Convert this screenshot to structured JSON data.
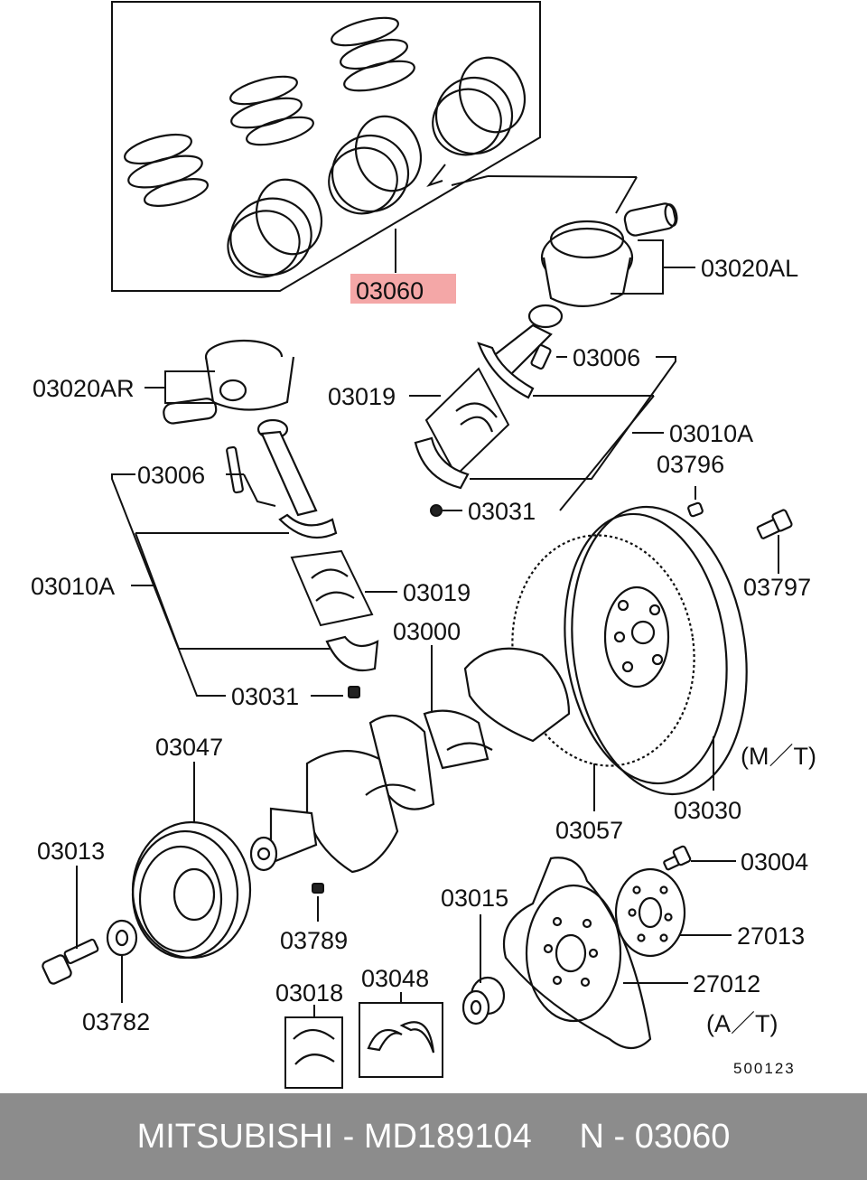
{
  "parts": [
    {
      "id": "p03060",
      "code": "03060",
      "highlighted": true
    },
    {
      "id": "p03020AL",
      "code": "03020AL"
    },
    {
      "id": "p03020AR",
      "code": "03020AR"
    },
    {
      "id": "p03006a",
      "code": "03006"
    },
    {
      "id": "p03019a",
      "code": "03019"
    },
    {
      "id": "p03010Aa",
      "code": "03010A"
    },
    {
      "id": "p03796",
      "code": "03796"
    },
    {
      "id": "p03031a",
      "code": "03031"
    },
    {
      "id": "p03006b",
      "code": "03006"
    },
    {
      "id": "p03797",
      "code": "03797"
    },
    {
      "id": "p03010Ab",
      "code": "03010A"
    },
    {
      "id": "p03019b",
      "code": "03019"
    },
    {
      "id": "p03000",
      "code": "03000"
    },
    {
      "id": "p03031b",
      "code": "03031"
    },
    {
      "id": "p03047",
      "code": "03047"
    },
    {
      "id": "p03030",
      "code": "03030"
    },
    {
      "id": "p03057",
      "code": "03057"
    },
    {
      "id": "p03013",
      "code": "03013"
    },
    {
      "id": "p03004",
      "code": "03004"
    },
    {
      "id": "p03015",
      "code": "03015"
    },
    {
      "id": "p27013",
      "code": "27013"
    },
    {
      "id": "p03789",
      "code": "03789"
    },
    {
      "id": "p27012",
      "code": "27012"
    },
    {
      "id": "p03048",
      "code": "03048"
    },
    {
      "id": "p03018",
      "code": "03018"
    },
    {
      "id": "p03782",
      "code": "03782"
    }
  ],
  "notes": {
    "mt": "(M／T)",
    "at": "(A／T)",
    "diagram_code": "500123"
  },
  "footer": {
    "brand": "MITSUBISHI",
    "part_number": "MD189104",
    "position": "N - 03060",
    "text": "MITSUBISHI - MD189104     N - 03060"
  },
  "colors": {
    "highlight": "#f4a7a7",
    "footer_bg": "#8c8c8c",
    "footer_text": "#ffffff"
  }
}
